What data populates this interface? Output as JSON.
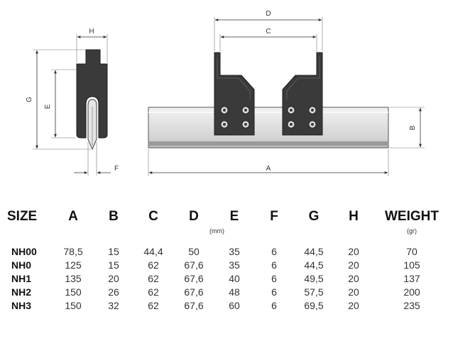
{
  "drawing": {
    "labels": {
      "H": "H",
      "G": "G",
      "E": "E",
      "F": "F",
      "D": "D",
      "C": "C",
      "A": "A",
      "B": "B"
    }
  },
  "table": {
    "headers": [
      "SIZE",
      "A",
      "B",
      "C",
      "D",
      "E",
      "F",
      "G",
      "H",
      "WEIGHT"
    ],
    "units_mm": "(mm)",
    "units_gr": "(gr)",
    "rows": [
      [
        "NH00",
        "78,5",
        "15",
        "44,4",
        "50",
        "35",
        "6",
        "44,5",
        "20",
        "70"
      ],
      [
        "NH0",
        "125",
        "15",
        "62",
        "67,6",
        "35",
        "6",
        "44,5",
        "20",
        "105"
      ],
      [
        "NH1",
        "135",
        "20",
        "62",
        "67,6",
        "40",
        "6",
        "49,5",
        "20",
        "137"
      ],
      [
        "NH2",
        "150",
        "26",
        "62",
        "67,6",
        "48",
        "6",
        "57,5",
        "20",
        "200"
      ],
      [
        "NH3",
        "150",
        "32",
        "62",
        "67,6",
        "60",
        "6",
        "69,5",
        "20",
        "235"
      ]
    ]
  }
}
